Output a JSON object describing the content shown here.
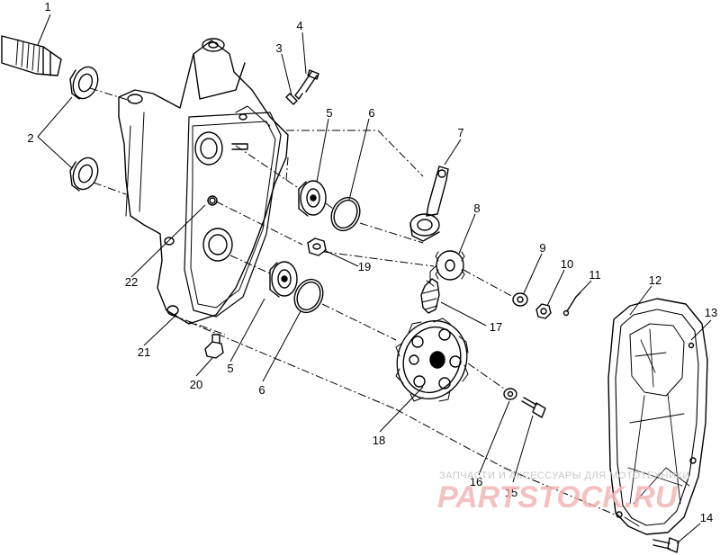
{
  "callouts": {
    "c1": "1",
    "c2": "2",
    "c3": "3",
    "c4": "4",
    "c5a": "5",
    "c5b": "5",
    "c6a": "6",
    "c6b": "6",
    "c7": "7",
    "c8": "8",
    "c9": "9",
    "c10": "10",
    "c11": "11",
    "c12": "12",
    "c13": "13",
    "c14": "14",
    "c15": "15",
    "c16": "16",
    "c17": "17",
    "c18": "18",
    "c19": "19",
    "c20": "20",
    "c21": "21",
    "c22": "22"
  },
  "watermark": {
    "tagline": "ЗАПЧАСТИ И АКСЕССУАРЫ ДЛЯ МОТОТЕХНИКИ",
    "logo": "PARTSTOCK.RU",
    "color": "#e88a8a"
  },
  "colors": {
    "line": "#000000",
    "background": "#ffffff"
  }
}
